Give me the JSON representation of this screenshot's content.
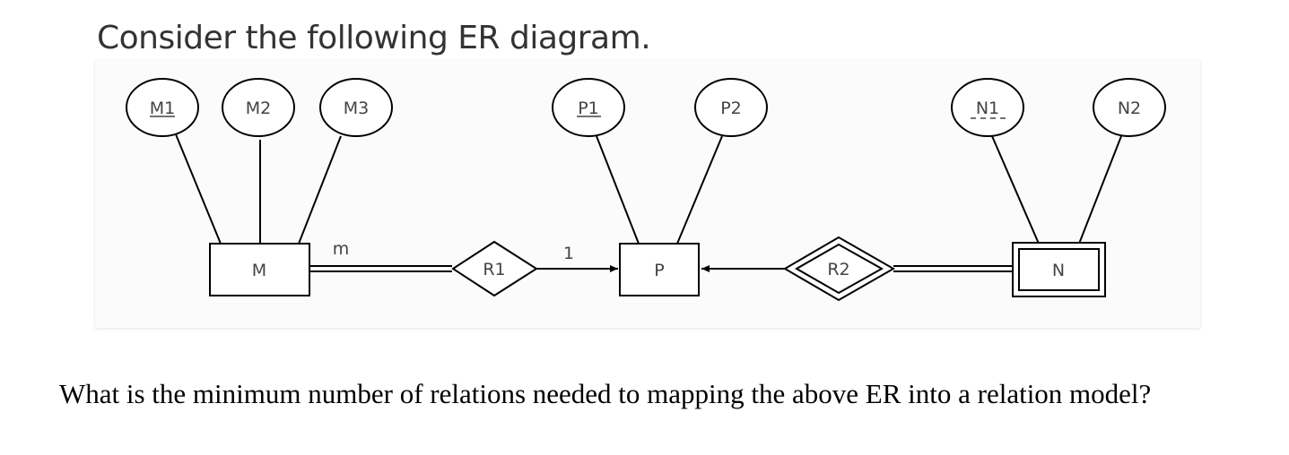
{
  "heading": "Consider the following ER diagram.",
  "diagram": {
    "entities": [
      {
        "id": "M",
        "label": "M",
        "weak": false
      },
      {
        "id": "P",
        "label": "P",
        "weak": false
      },
      {
        "id": "N",
        "label": "N",
        "weak": true
      }
    ],
    "relationships": [
      {
        "id": "R1",
        "label": "R1",
        "identifying": false
      },
      {
        "id": "R2",
        "label": "R2",
        "identifying": true
      }
    ],
    "attributes": [
      {
        "label": "M1",
        "owner": "M",
        "key": "primary"
      },
      {
        "label": "M2",
        "owner": "M",
        "key": "none"
      },
      {
        "label": "M3",
        "owner": "M",
        "key": "none"
      },
      {
        "label": "P1",
        "owner": "P",
        "key": "primary"
      },
      {
        "label": "P2",
        "owner": "P",
        "key": "none"
      },
      {
        "label": "N1",
        "owner": "N",
        "key": "partial"
      },
      {
        "label": "N2",
        "owner": "N",
        "key": "none"
      }
    ],
    "cardinality": {
      "m_side": "m",
      "one_side": "1"
    }
  },
  "question": "What is the minimum number of relations needed to mapping the above ER into a relation model?"
}
